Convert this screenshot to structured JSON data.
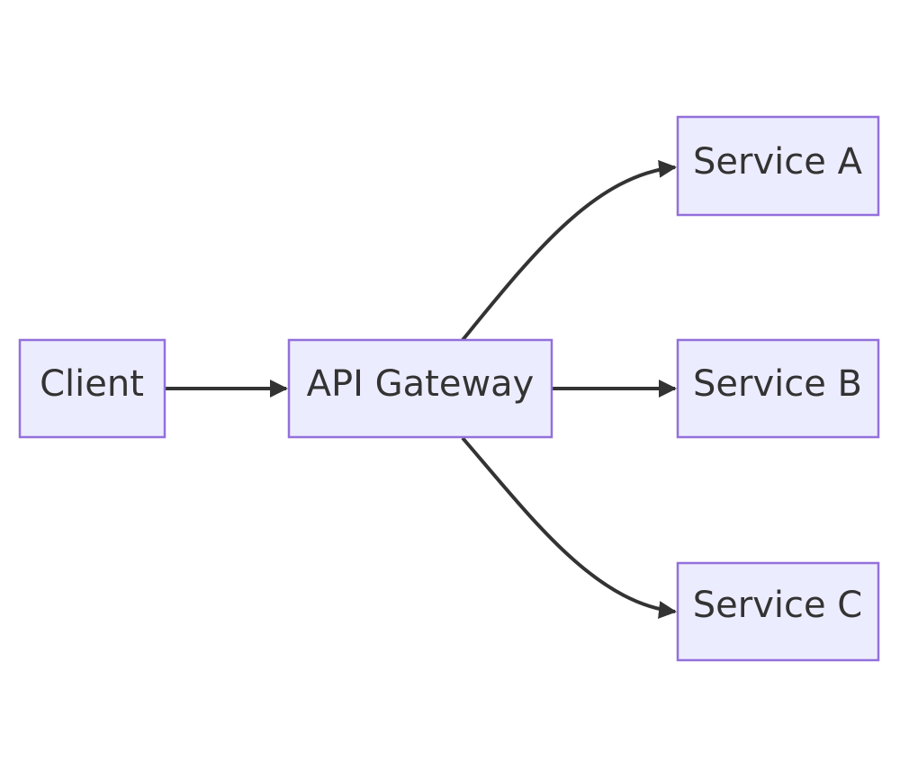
{
  "diagram": {
    "nodes": {
      "client": {
        "label": "Client"
      },
      "gateway": {
        "label": "API Gateway"
      },
      "service_a": {
        "label": "Service A"
      },
      "service_b": {
        "label": "Service B"
      },
      "service_c": {
        "label": "Service C"
      }
    },
    "edges": [
      {
        "from": "Client",
        "to": "API Gateway"
      },
      {
        "from": "API Gateway",
        "to": "Service A"
      },
      {
        "from": "API Gateway",
        "to": "Service B"
      },
      {
        "from": "API Gateway",
        "to": "Service C"
      }
    ],
    "colors": {
      "node_fill": "#ECECFF",
      "node_stroke": "#9370DB",
      "edge": "#333333",
      "text": "#333333"
    }
  }
}
